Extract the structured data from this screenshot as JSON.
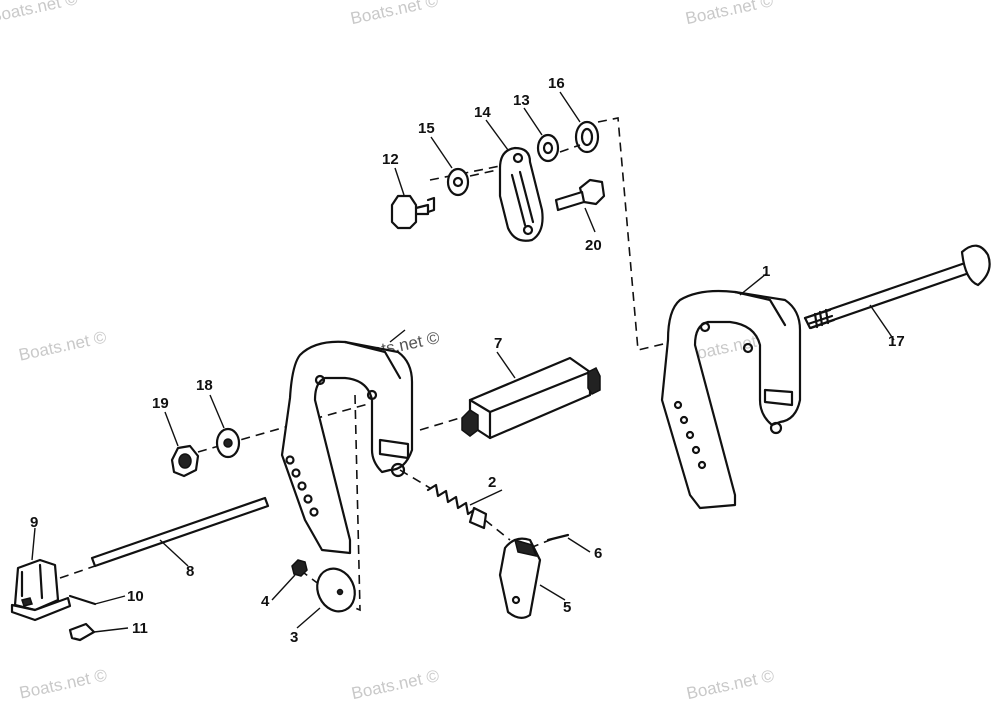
{
  "watermark_text": "Boats.net ©",
  "callouts": {
    "c1": "1",
    "c2": "2",
    "c3": "3",
    "c4": "4",
    "c5": "5",
    "c6": "6",
    "c7": "7",
    "c8": "8",
    "c9": "9",
    "c10": "10",
    "c11": "11",
    "c12": "12",
    "c13": "13",
    "c14": "14",
    "c15": "15",
    "c16": "16",
    "c17": "17",
    "c18": "18",
    "c19": "19",
    "c20": "20"
  }
}
